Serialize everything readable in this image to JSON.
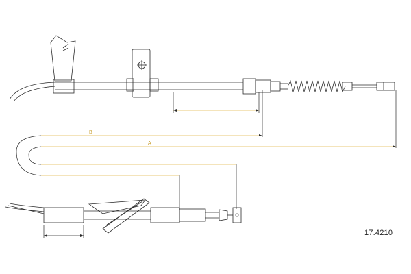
{
  "diagram": {
    "part_number": "17.4210",
    "dimension_labels": {
      "b": "B",
      "a": "A"
    },
    "colors": {
      "outline": "#2b2b2b",
      "dimension": "#e2b84a",
      "dimension_text": "#c9a033",
      "background": "#ffffff"
    }
  }
}
